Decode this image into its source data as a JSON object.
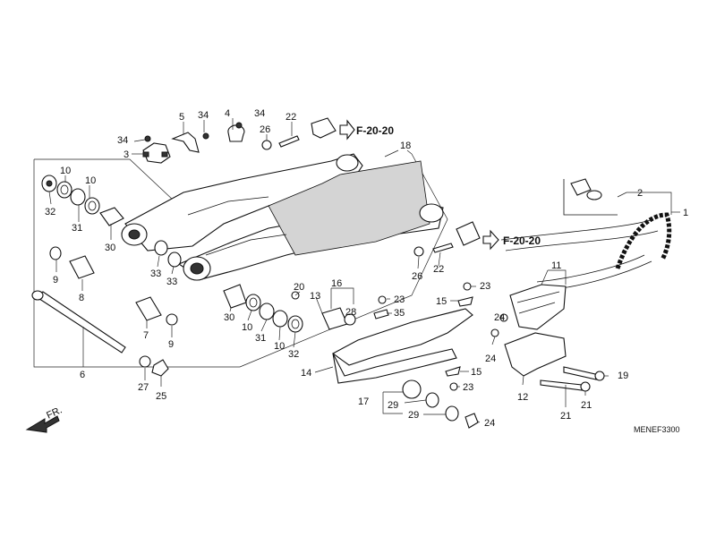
{
  "diagram": {
    "code": "MENEF3300",
    "front_indicator": "FR.",
    "references": [
      {
        "id": "ref-top",
        "text": "F-20-20"
      },
      {
        "id": "ref-mid",
        "text": "F-20-20"
      }
    ],
    "callouts": [
      {
        "id": "c5",
        "text": "5"
      },
      {
        "id": "c34a",
        "text": "34"
      },
      {
        "id": "c4",
        "text": "4"
      },
      {
        "id": "c34b",
        "text": "34"
      },
      {
        "id": "c22a",
        "text": "22"
      },
      {
        "id": "c26a",
        "text": "26"
      },
      {
        "id": "c34c",
        "text": "34"
      },
      {
        "id": "c3",
        "text": "3"
      },
      {
        "id": "c18",
        "text": "18"
      },
      {
        "id": "c10a",
        "text": "10"
      },
      {
        "id": "c10b",
        "text": "10"
      },
      {
        "id": "c32a",
        "text": "32"
      },
      {
        "id": "c31a",
        "text": "31"
      },
      {
        "id": "c30a",
        "text": "30"
      },
      {
        "id": "c9a",
        "text": "9"
      },
      {
        "id": "c8",
        "text": "8"
      },
      {
        "id": "c33a",
        "text": "33"
      },
      {
        "id": "c33b",
        "text": "33"
      },
      {
        "id": "c6",
        "text": "6"
      },
      {
        "id": "c7",
        "text": "7"
      },
      {
        "id": "c9b",
        "text": "9"
      },
      {
        "id": "c27",
        "text": "27"
      },
      {
        "id": "c25",
        "text": "25"
      },
      {
        "id": "c30b",
        "text": "30"
      },
      {
        "id": "c10c",
        "text": "10"
      },
      {
        "id": "c31b",
        "text": "31"
      },
      {
        "id": "c10d",
        "text": "10"
      },
      {
        "id": "c32b",
        "text": "32"
      },
      {
        "id": "c20",
        "text": "20"
      },
      {
        "id": "c13",
        "text": "13"
      },
      {
        "id": "c16",
        "text": "16"
      },
      {
        "id": "c28",
        "text": "28"
      },
      {
        "id": "c23a",
        "text": "23"
      },
      {
        "id": "c35",
        "text": "35"
      },
      {
        "id": "c26b",
        "text": "26"
      },
      {
        "id": "c22b",
        "text": "22"
      },
      {
        "id": "c23b",
        "text": "23"
      },
      {
        "id": "c15a",
        "text": "15"
      },
      {
        "id": "c14",
        "text": "14"
      },
      {
        "id": "c15b",
        "text": "15"
      },
      {
        "id": "c23c",
        "text": "23"
      },
      {
        "id": "c17",
        "text": "17"
      },
      {
        "id": "c29a",
        "text": "29"
      },
      {
        "id": "c29b",
        "text": "29"
      },
      {
        "id": "c24a",
        "text": "24"
      },
      {
        "id": "c2",
        "text": "2"
      },
      {
        "id": "c1",
        "text": "1"
      },
      {
        "id": "c11",
        "text": "11"
      },
      {
        "id": "c24b",
        "text": "24"
      },
      {
        "id": "c24c",
        "text": "24"
      },
      {
        "id": "c12",
        "text": "12"
      },
      {
        "id": "c19",
        "text": "19"
      },
      {
        "id": "c21a",
        "text": "21"
      },
      {
        "id": "c21b",
        "text": "21"
      }
    ]
  }
}
